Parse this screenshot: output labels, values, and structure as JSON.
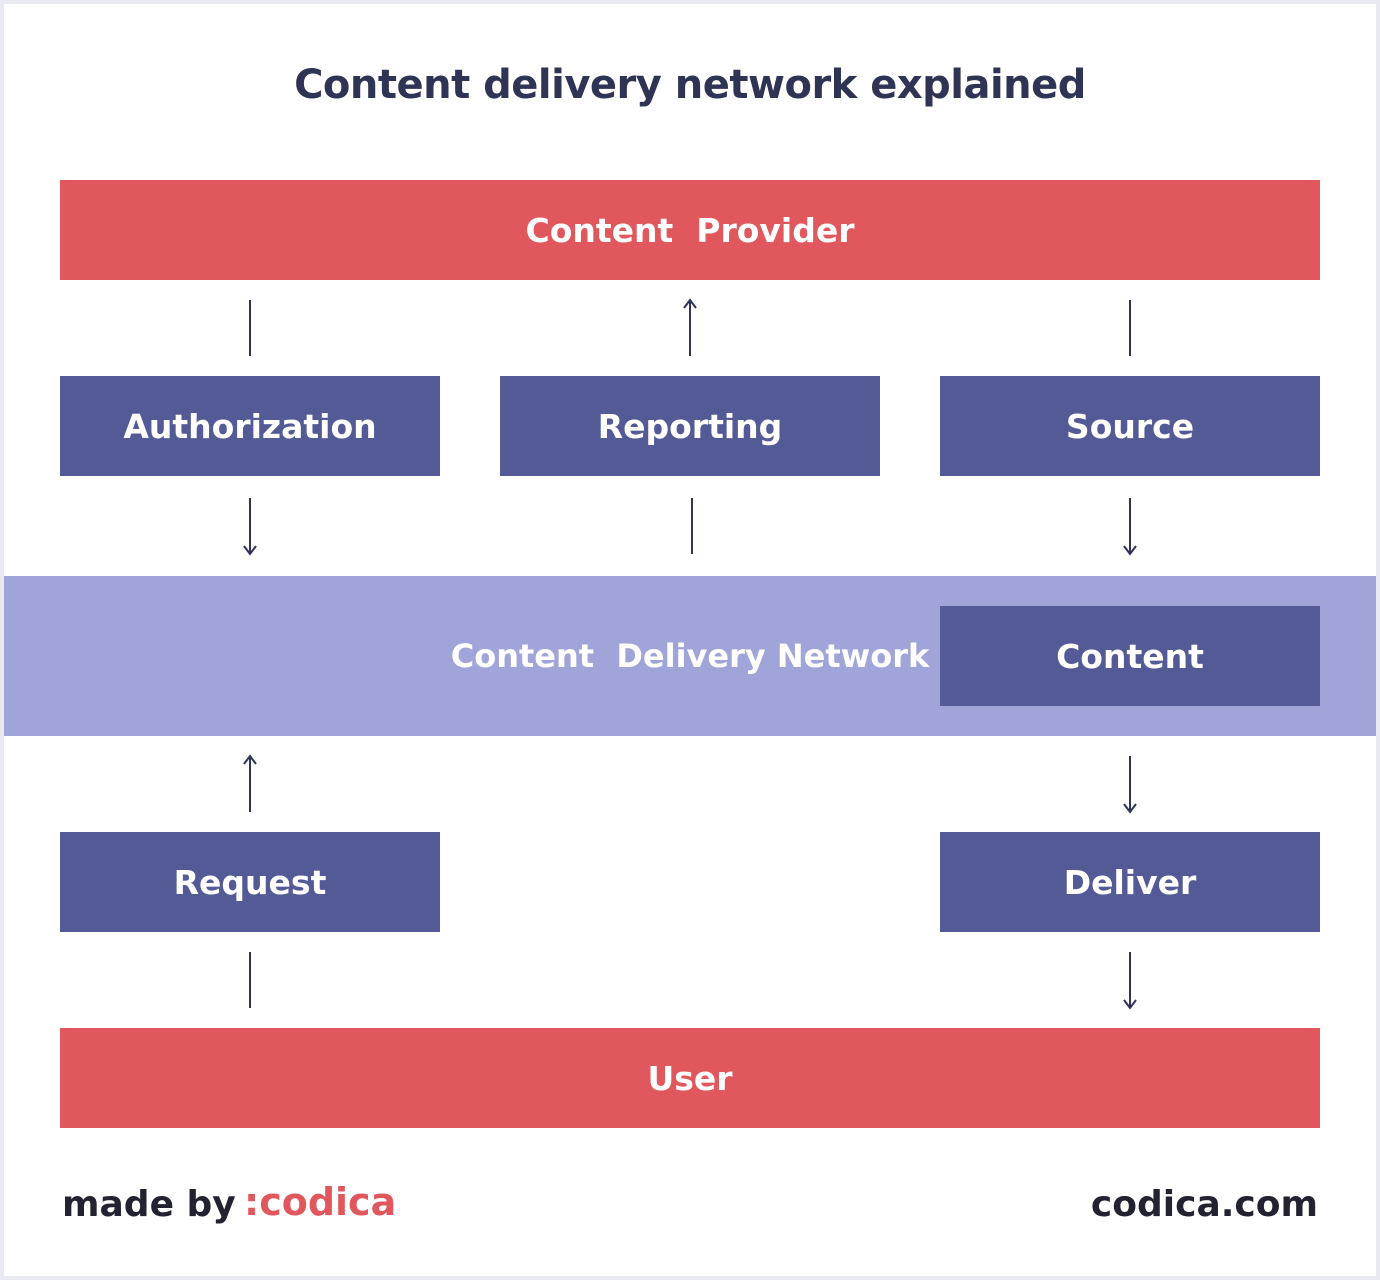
{
  "title": "Content delivery network explained",
  "nodes": {
    "content_provider": "Content  Provider",
    "authorization": "Authorization",
    "reporting": "Reporting",
    "source": "Source",
    "cdn": "Content  Delivery Network",
    "content": "Content",
    "request": "Request",
    "deliver": "Deliver",
    "user": "User"
  },
  "footer": {
    "made_by": "made by",
    "logo": ":codica",
    "site": "codica.com"
  },
  "colors": {
    "red": "#e0575d",
    "dark_blue": "#545a96",
    "light_blue": "#a0a4d9",
    "title": "#2f3354"
  }
}
